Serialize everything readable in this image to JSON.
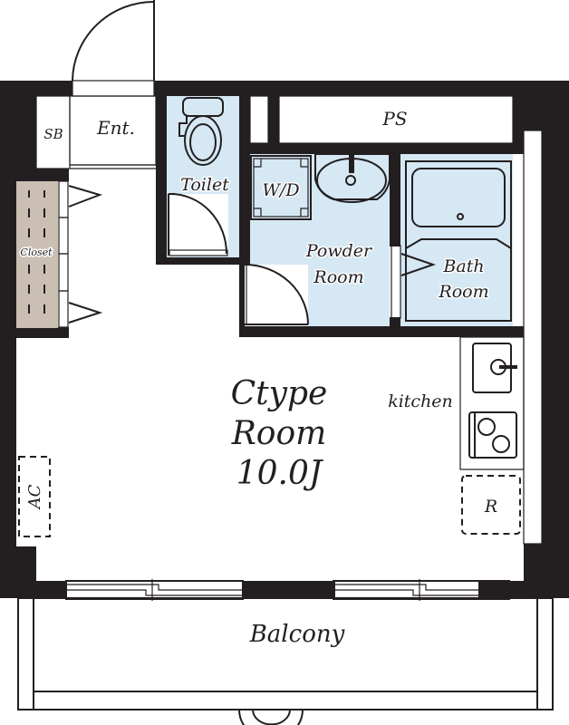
{
  "plan": {
    "title": "Ctype Room floor plan",
    "colors": {
      "wall": "#231f20",
      "wet_area": "#d5e8f4",
      "closet": "#cbbfb3",
      "background": "#ffffff"
    },
    "rooms": {
      "main": {
        "type_label": "Ctype",
        "name_label": "Room",
        "size_label": "10.0J"
      },
      "entrance": {
        "label": "Ent."
      },
      "shoe_box": {
        "label": "SB"
      },
      "toilet": {
        "label": "Toilet"
      },
      "pipe_space": {
        "label": "PS"
      },
      "washer_dryer": {
        "label": "W/D"
      },
      "powder_room": {
        "label_line1": "Powder",
        "label_line2": "Room"
      },
      "bath_room": {
        "label_line1": "Bath",
        "label_line2": "Room"
      },
      "closet": {
        "label": "Closet"
      },
      "kitchen": {
        "label": "kitchen"
      },
      "refrigerator": {
        "label": "R"
      },
      "air_conditioner": {
        "label": "AC"
      },
      "balcony": {
        "label": "Balcony"
      }
    }
  }
}
